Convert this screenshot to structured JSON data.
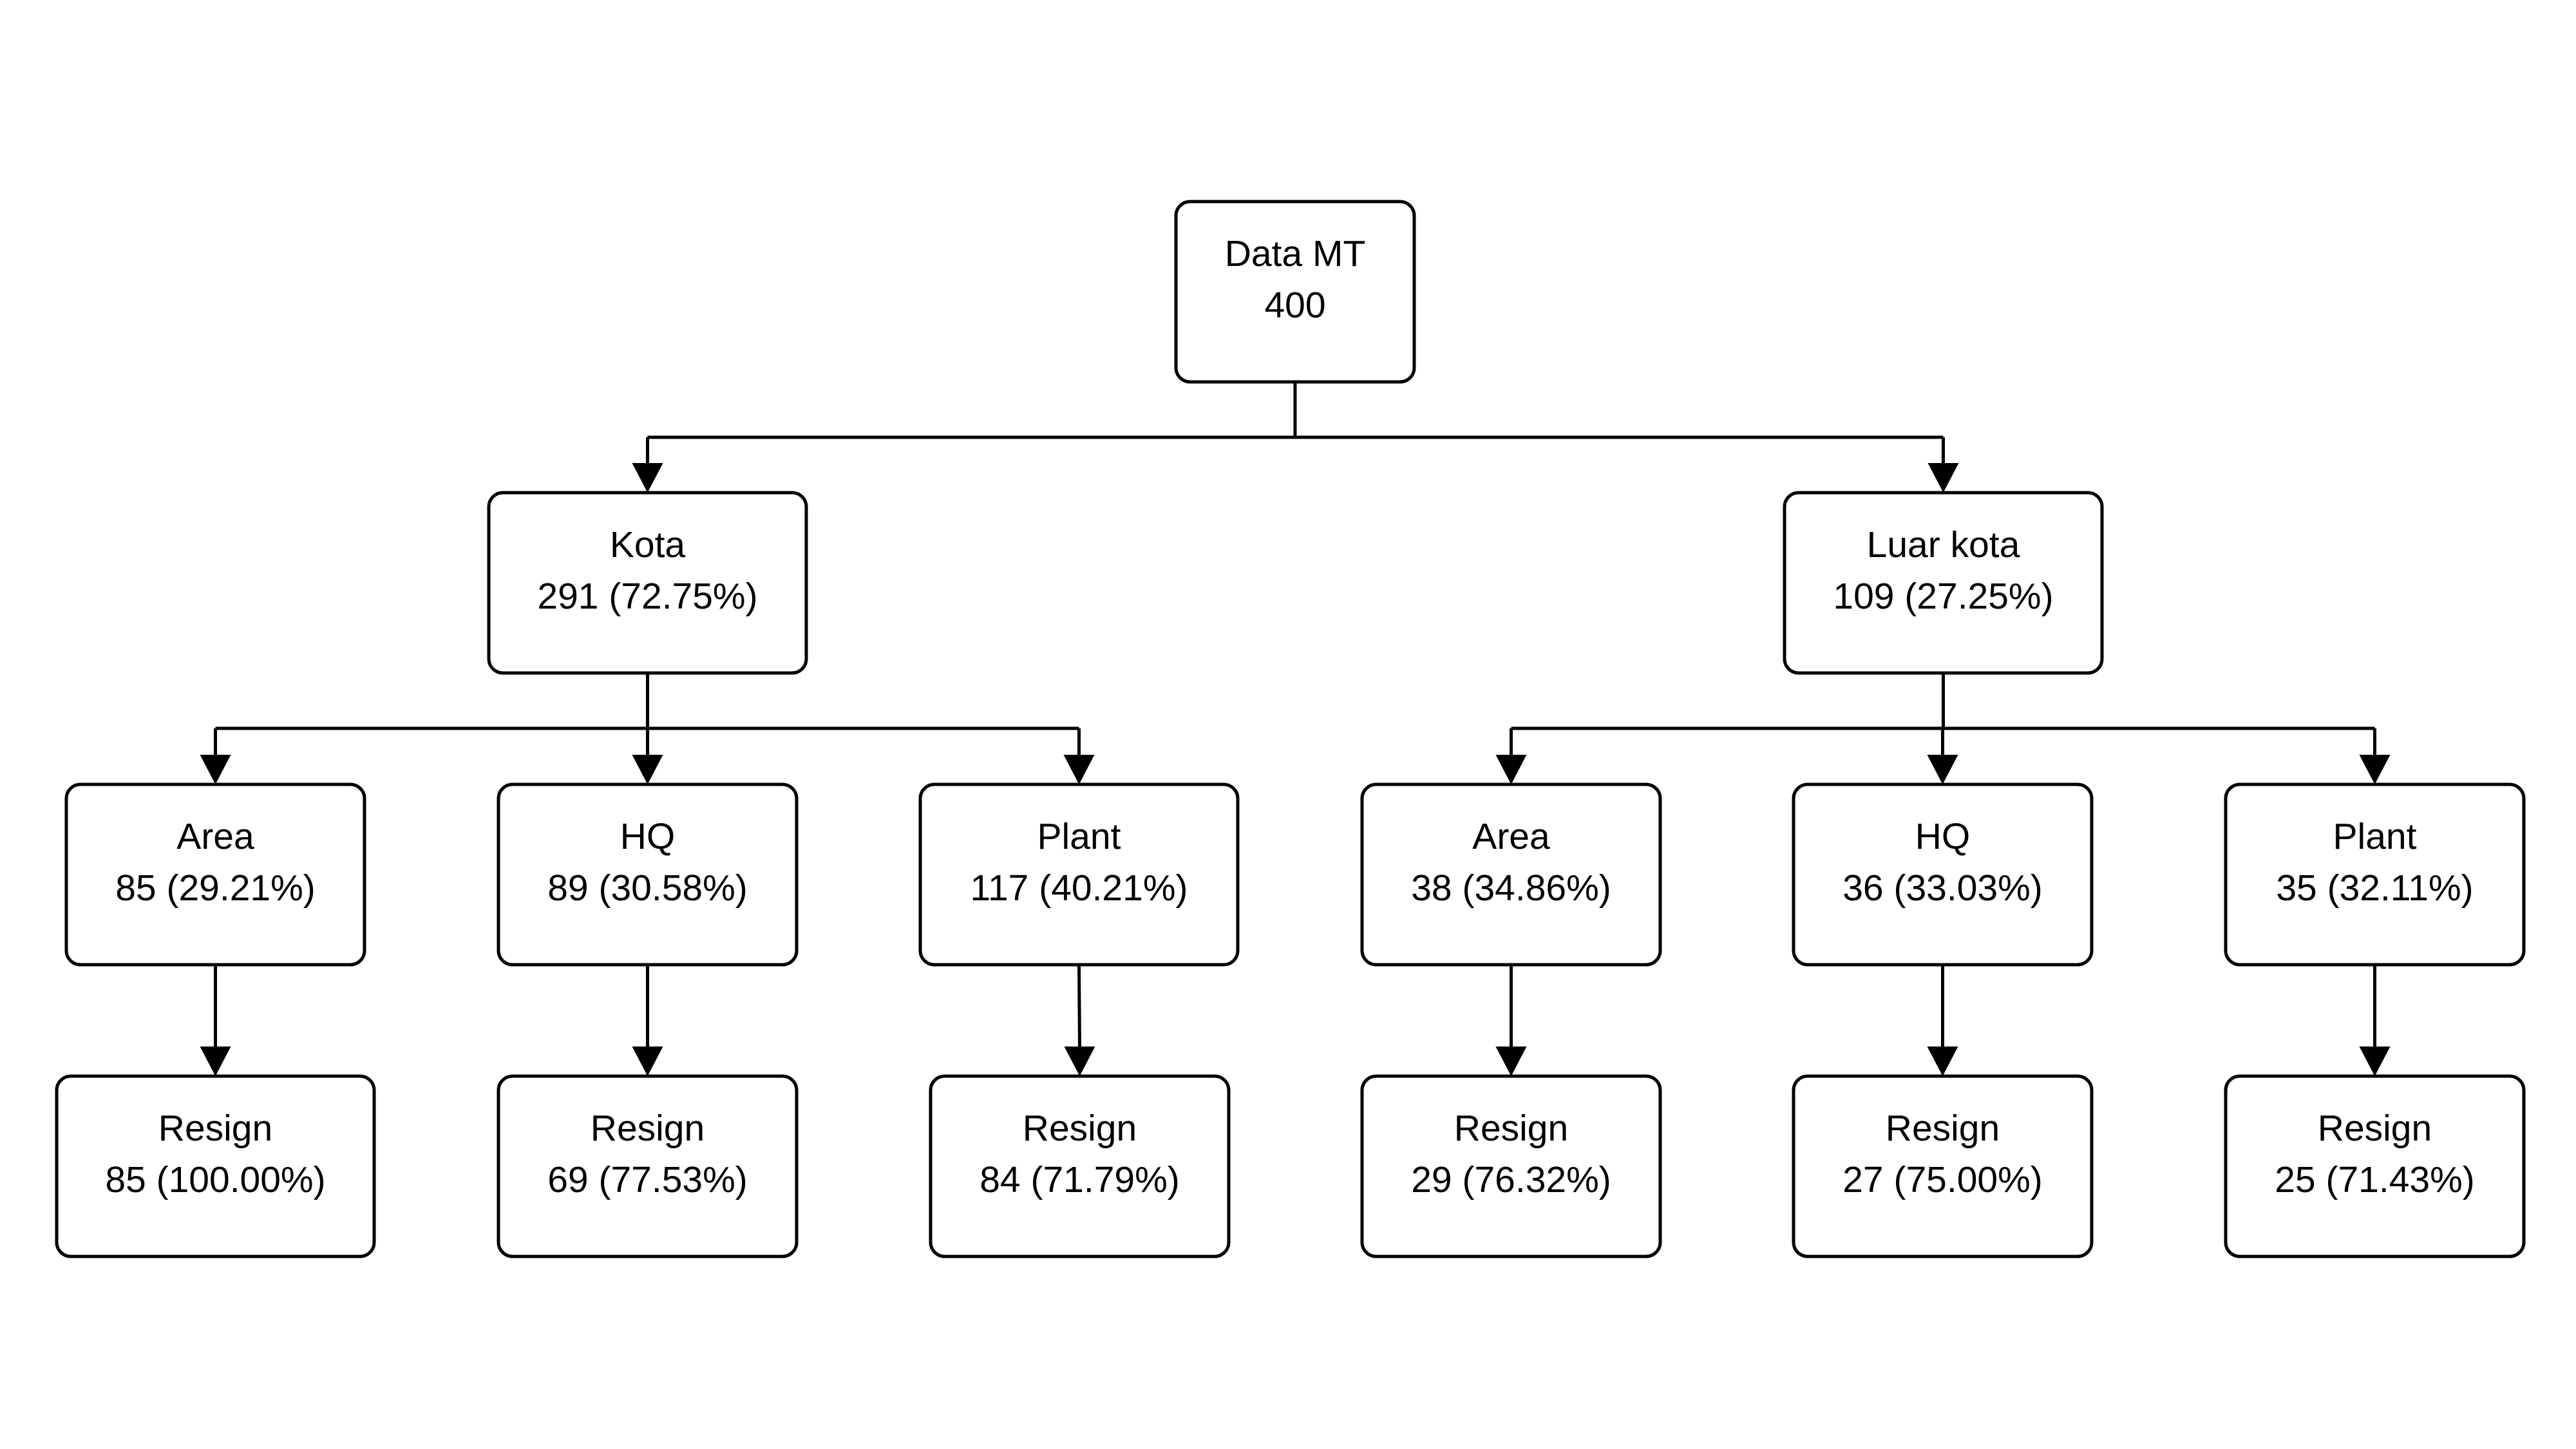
{
  "diagram": {
    "colors": {
      "background": "#ffffff",
      "stroke": "#000000",
      "text": "#000000"
    },
    "nodes": [
      {
        "id": "root",
        "label": "Data MT",
        "value": "400"
      },
      {
        "id": "kota",
        "label": "Kota",
        "value": "291 (72.75%)"
      },
      {
        "id": "luar-kota",
        "label": "Luar kota",
        "value": "109 (27.25%)"
      },
      {
        "id": "kota-area",
        "label": "Area",
        "value": "85 (29.21%)"
      },
      {
        "id": "kota-hq",
        "label": "HQ",
        "value": "89 (30.58%)"
      },
      {
        "id": "kota-plant",
        "label": "Plant",
        "value": "117 (40.21%)"
      },
      {
        "id": "luar-area",
        "label": "Area",
        "value": "38 (34.86%)"
      },
      {
        "id": "luar-hq",
        "label": "HQ",
        "value": "36 (33.03%)"
      },
      {
        "id": "luar-plant",
        "label": "Plant",
        "value": "35 (32.11%)"
      },
      {
        "id": "kota-area-resign",
        "label": "Resign",
        "value": "85 (100.00%)"
      },
      {
        "id": "kota-hq-resign",
        "label": "Resign",
        "value": "69 (77.53%)"
      },
      {
        "id": "kota-plant-resign",
        "label": "Resign",
        "value": "84 (71.79%)"
      },
      {
        "id": "luar-area-resign",
        "label": "Resign",
        "value": "29 (76.32%)"
      },
      {
        "id": "luar-hq-resign",
        "label": "Resign",
        "value": "27 (75.00%)"
      },
      {
        "id": "luar-plant-resign",
        "label": "Resign",
        "value": "25 (71.43%)"
      }
    ],
    "edges": [
      {
        "from": "root",
        "to": "kota"
      },
      {
        "from": "root",
        "to": "luar-kota"
      },
      {
        "from": "kota",
        "to": "kota-area"
      },
      {
        "from": "kota",
        "to": "kota-hq"
      },
      {
        "from": "kota",
        "to": "kota-plant"
      },
      {
        "from": "luar-kota",
        "to": "luar-area"
      },
      {
        "from": "luar-kota",
        "to": "luar-hq"
      },
      {
        "from": "luar-kota",
        "to": "luar-plant"
      },
      {
        "from": "kota-area",
        "to": "kota-area-resign"
      },
      {
        "from": "kota-hq",
        "to": "kota-hq-resign"
      },
      {
        "from": "kota-plant",
        "to": "kota-plant-resign"
      },
      {
        "from": "luar-area",
        "to": "luar-area-resign"
      },
      {
        "from": "luar-hq",
        "to": "luar-hq-resign"
      },
      {
        "from": "luar-plant",
        "to": "luar-plant-resign"
      }
    ]
  }
}
